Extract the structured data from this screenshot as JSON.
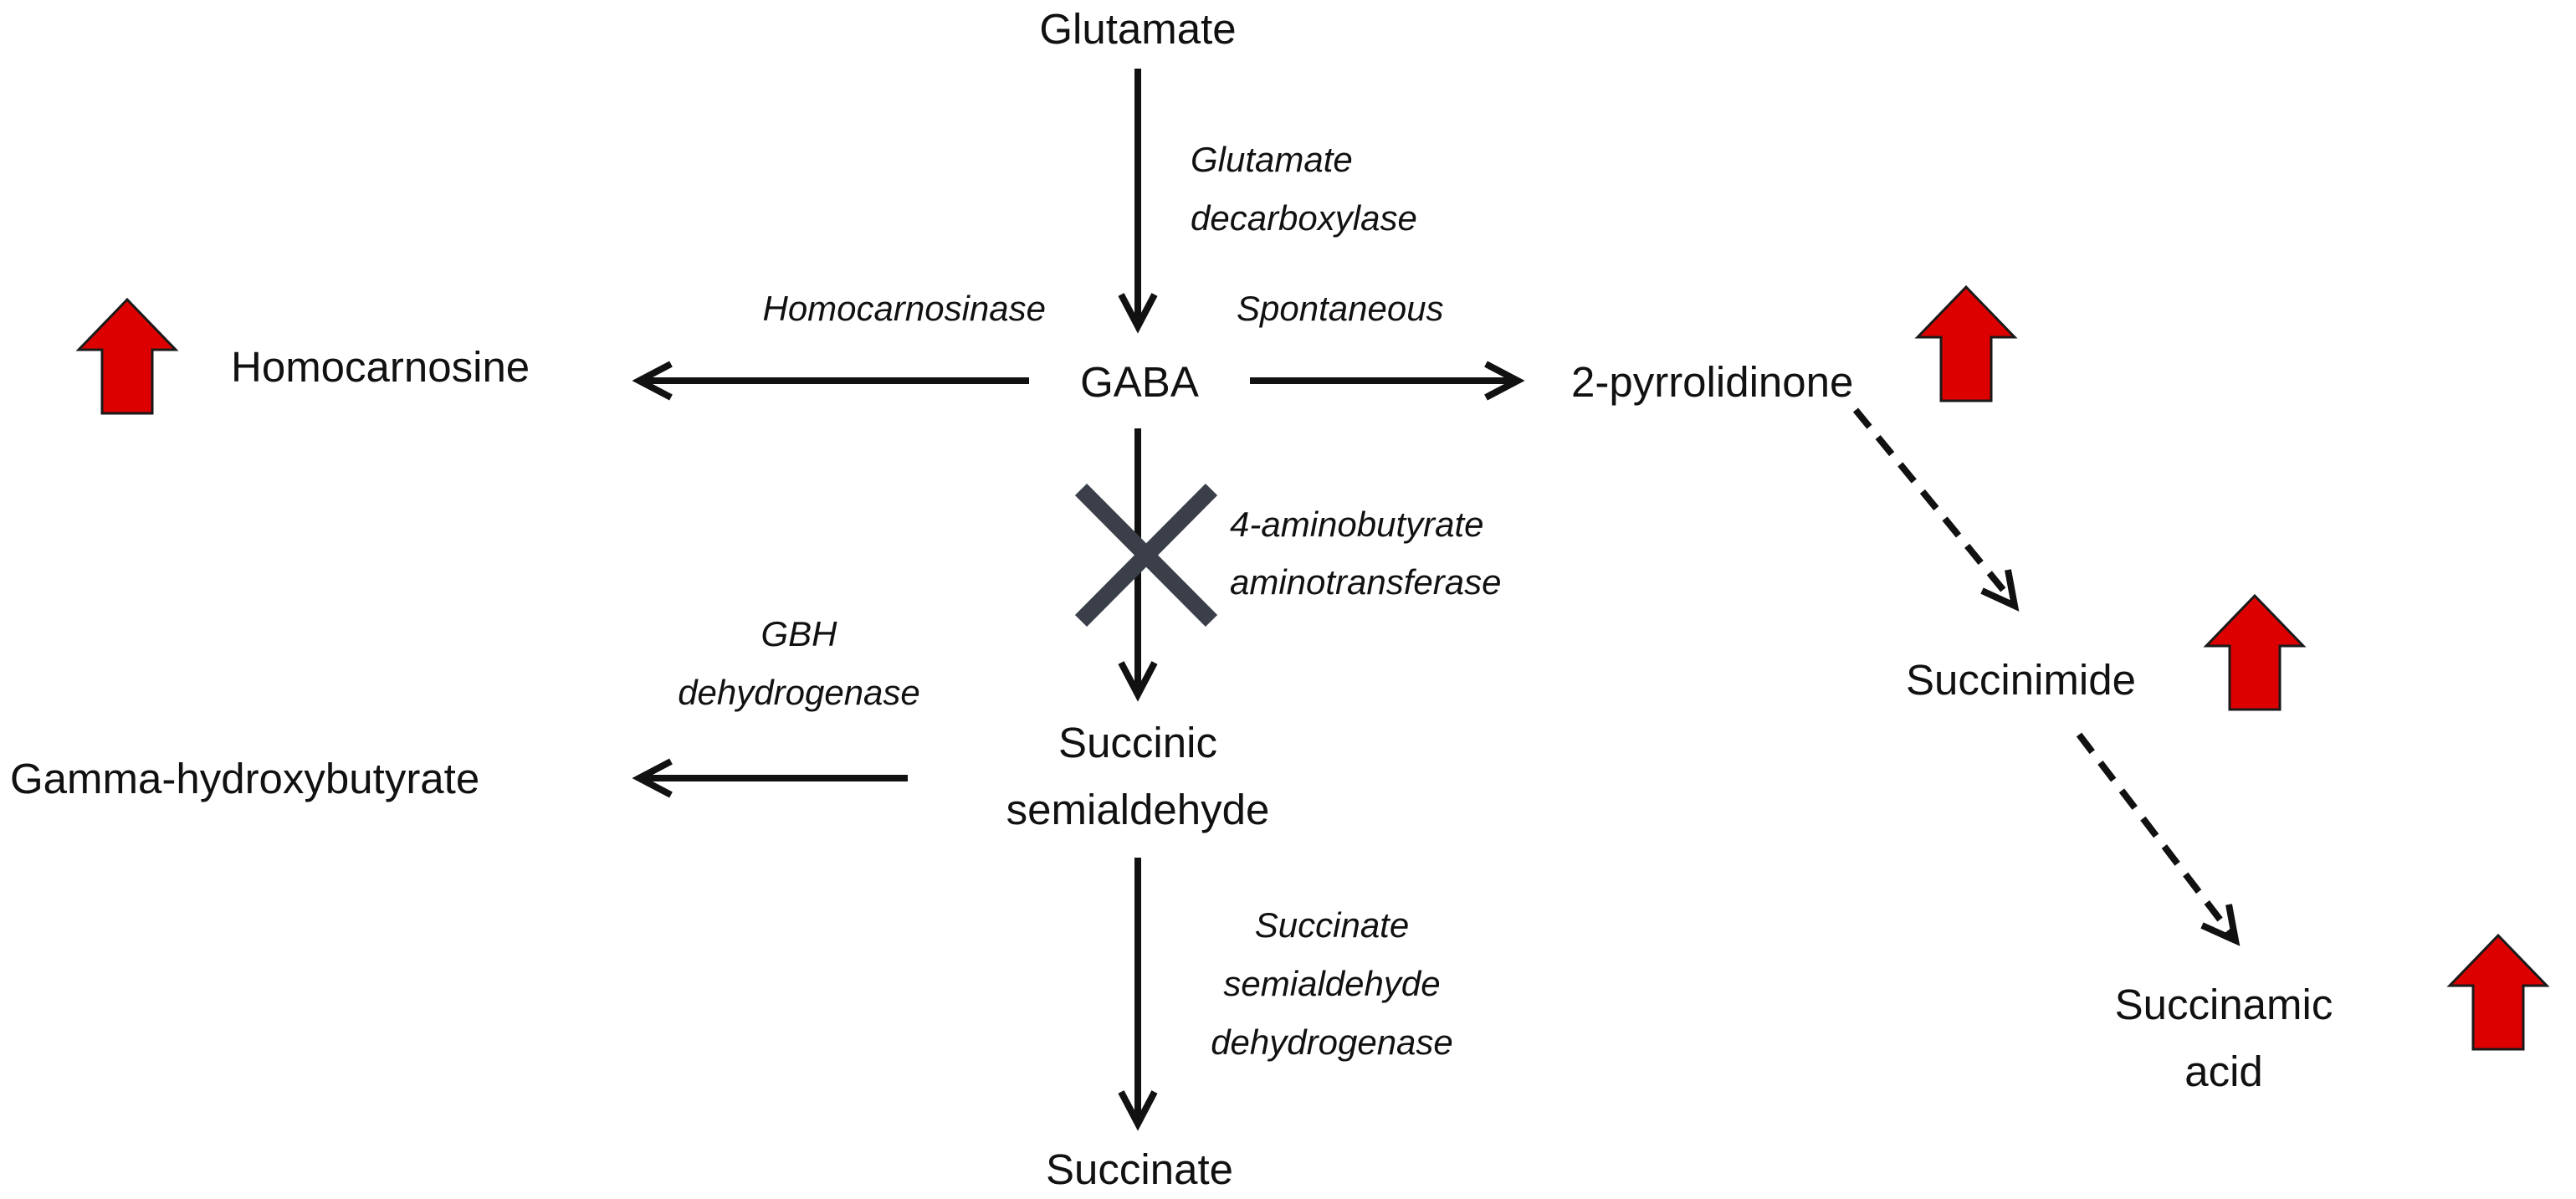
{
  "metabolites": {
    "glutamate": "Glutamate",
    "gaba": "GABA",
    "homocarnosine": "Homocarnosine",
    "pyrrolidinone": "2-pyrrolidinone",
    "succinic_semialdehyde_line1": "Succinic",
    "succinic_semialdehyde_line2": "semialdehyde",
    "ghb": "Gamma-hydroxybutyrate",
    "succinate": "Succinate",
    "succinimide": "Succinimide",
    "succinamic_acid_line1": "Succinamic",
    "succinamic_acid_line2": "acid"
  },
  "enzymes": {
    "glutamate_decarboxylase_line1": "Glutamate",
    "glutamate_decarboxylase_line2": "decarboxylase",
    "homocarnosinase": "Homocarnosinase",
    "spontaneous": "Spontaneous",
    "gaba_transaminase_line1": "4-aminobutyrate",
    "gaba_transaminase_line2": "aminotransferase",
    "ghb_dehydrogenase_line1": "GBH",
    "ghb_dehydrogenase_line2": "dehydrogenase",
    "ssadh_line1": "Succinate",
    "ssadh_line2": "semialdehyde",
    "ssadh_line3": "dehydrogenase"
  },
  "blocked_step": "4-aminobutyrate aminotransferase",
  "increased_metabolites": [
    "Homocarnosine",
    "2-pyrrolidinone",
    "Succinimide",
    "Succinamic acid"
  ],
  "colors": {
    "increase_arrow": "#dd0000",
    "block_mark": "#3a3f4a",
    "text": "#111111"
  },
  "icons": {
    "increase": "up-arrow-icon",
    "block": "block-x-icon"
  }
}
